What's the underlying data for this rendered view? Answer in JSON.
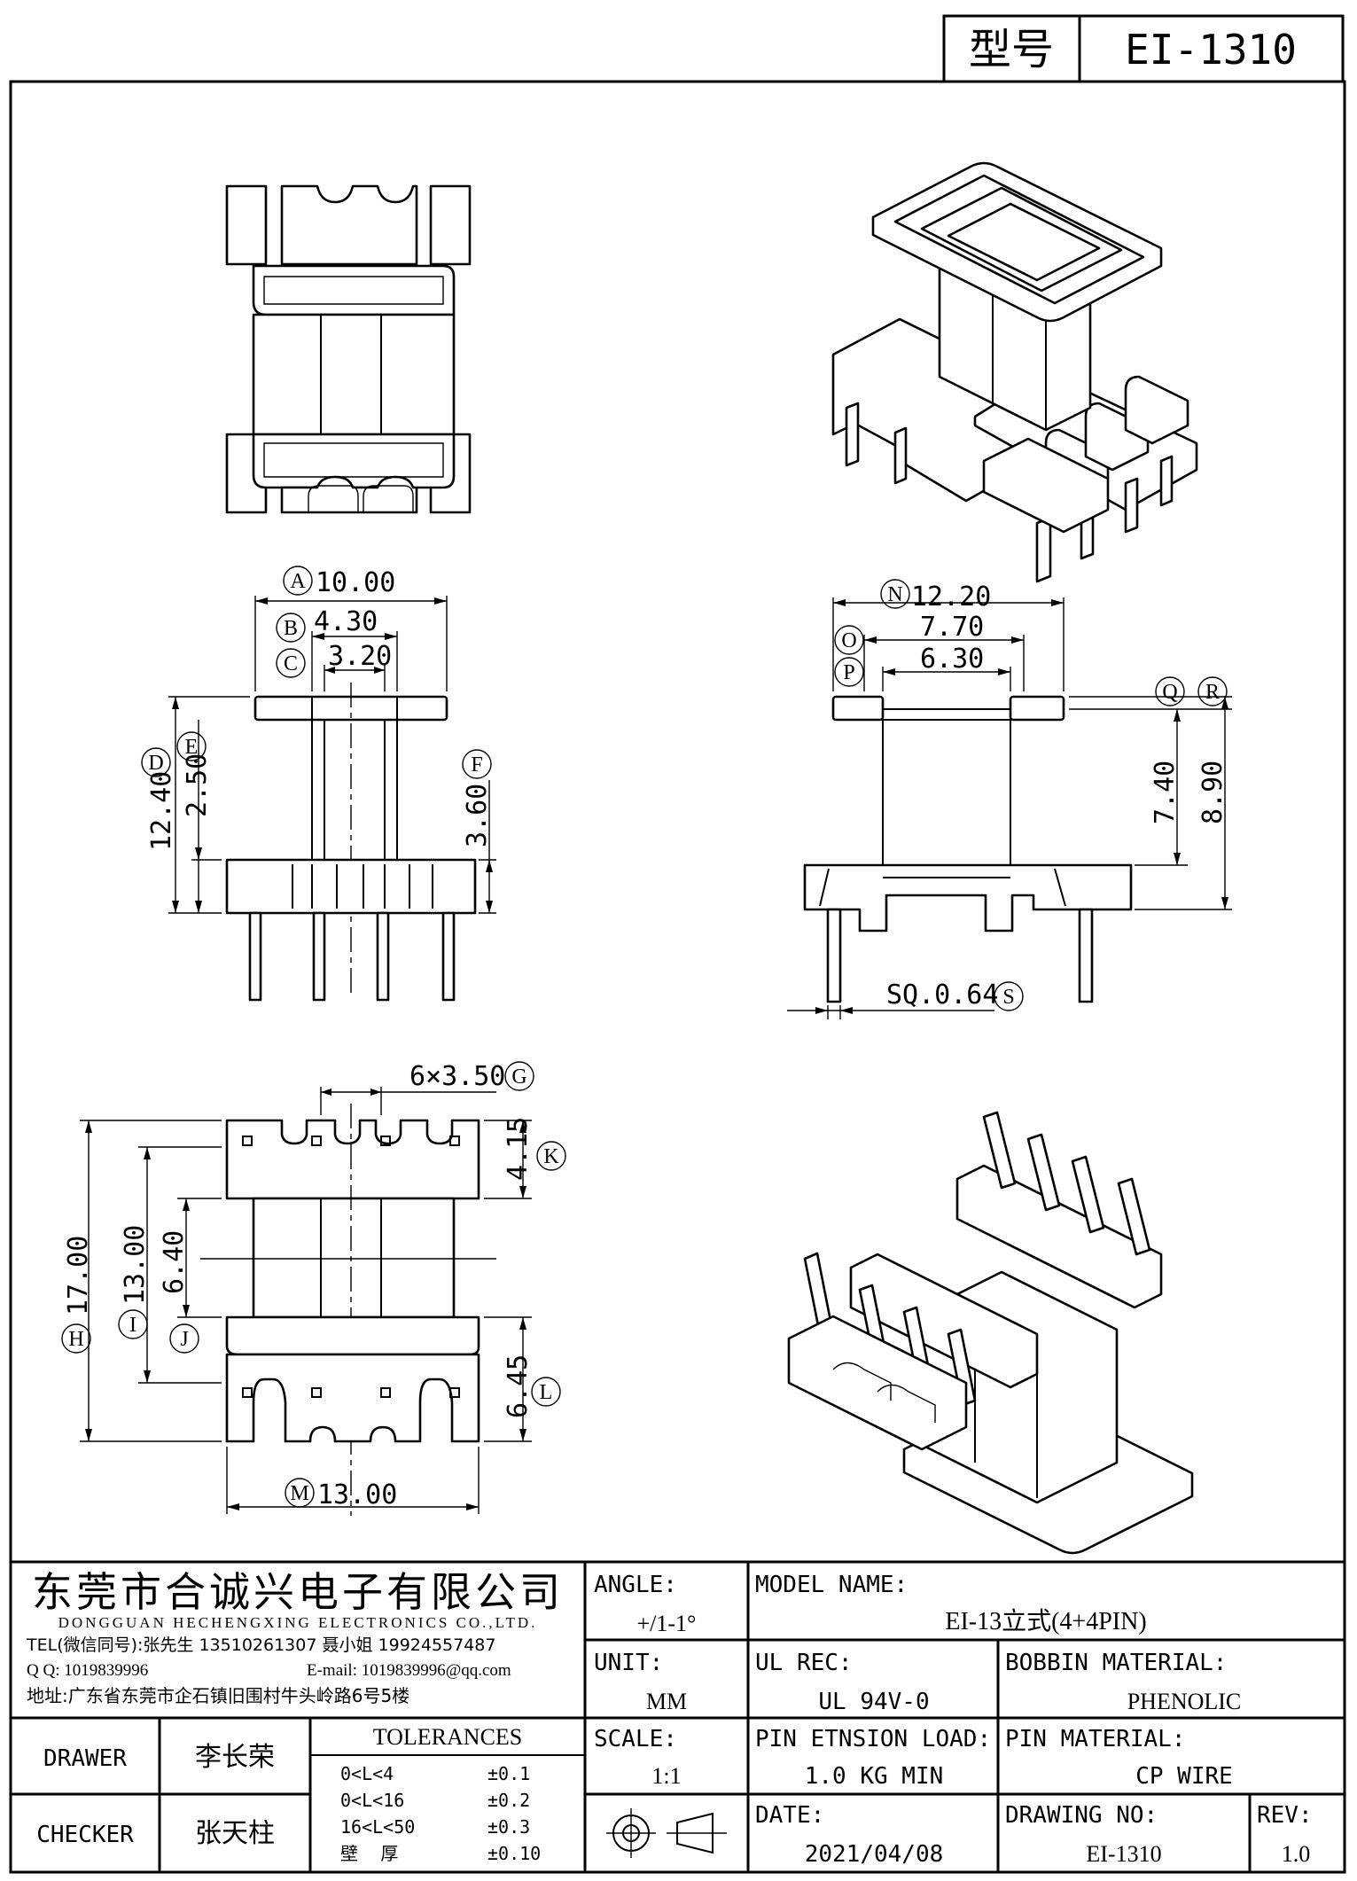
{
  "header": {
    "label": "型号",
    "model": "EI-1310"
  },
  "dimensions": {
    "A": {
      "letter": "A",
      "value": "10.00"
    },
    "B": {
      "letter": "B",
      "value": "4.30"
    },
    "C": {
      "letter": "C",
      "value": "3.20"
    },
    "D": {
      "letter": "D",
      "value": "12.40"
    },
    "E": {
      "letter": "E",
      "value": "2.50"
    },
    "F": {
      "letter": "F",
      "value": "3.60"
    },
    "G": {
      "letter": "G",
      "value": "6×3.50"
    },
    "H": {
      "letter": "H",
      "value": "17.00"
    },
    "I": {
      "letter": "I",
      "value": "13.00"
    },
    "J": {
      "letter": "J",
      "value": "6.40"
    },
    "K": {
      "letter": "K",
      "value": "4.15"
    },
    "L": {
      "letter": "L",
      "value": "6.45"
    },
    "M": {
      "letter": "M",
      "value": "13.00"
    },
    "N": {
      "letter": "N",
      "value": "12.20"
    },
    "O": {
      "letter": "O",
      "value": "7.70"
    },
    "P": {
      "letter": "P",
      "value": "6.30"
    },
    "Q": {
      "letter": "Q",
      "value": "7.40"
    },
    "R": {
      "letter": "R",
      "value": "8.90"
    },
    "S": {
      "letter": "S",
      "value": "SQ.0.64"
    }
  },
  "titleblock": {
    "company_cn": "东莞市合诚兴电子有限公司",
    "company_en": "DONGGUAN HECHENGXING ELECTRONICS CO.,LTD.",
    "tel": "TEL(微信同号):张先生 13510261307 聂小姐 19924557487",
    "qq": "Q Q: 1019839996",
    "email": "E-mail: 1019839996@qq.com",
    "address": "地址:广东省东莞市企石镇旧围村牛头岭路6号5楼",
    "angle_label": "ANGLE:",
    "angle_value": "+/1-1°",
    "unit_label": "UNIT:",
    "unit_value": "MM",
    "scale_label": "SCALE:",
    "scale_value": "1:1",
    "model_name_label": "MODEL NAME:",
    "model_name_value": "EI-13立式(4+4PIN)",
    "ul_label": "UL REC:",
    "ul_value": "UL 94V-0",
    "bobbin_label": "BOBBIN MATERIAL:",
    "bobbin_value": "PHENOLIC",
    "pin_load_label": "PIN ETNSION LOAD:",
    "pin_load_value": "1.0 KG MIN",
    "pin_material_label": "PIN MATERIAL:",
    "pin_material_value": "CP WIRE",
    "date_label": "DATE:",
    "date_value": "2021/04/08",
    "drawing_no_label": "DRAWING NO:",
    "drawing_no_value": "EI-1310",
    "rev_label": "REV:",
    "rev_value": "1.0",
    "drawer_label": "DRAWER",
    "drawer_name": "李长荣",
    "checker_label": "CHECKER",
    "checker_name": "张天柱",
    "tolerances_title": "TOLERANCES",
    "tolerances": [
      {
        "range": "0<L<4",
        "value": "±0.1"
      },
      {
        "range": "0<L<16",
        "value": "±0.2"
      },
      {
        "range": "16<L<50",
        "value": "±0.3"
      },
      {
        "range": "壁    厚",
        "value": "±0.10"
      }
    ]
  }
}
